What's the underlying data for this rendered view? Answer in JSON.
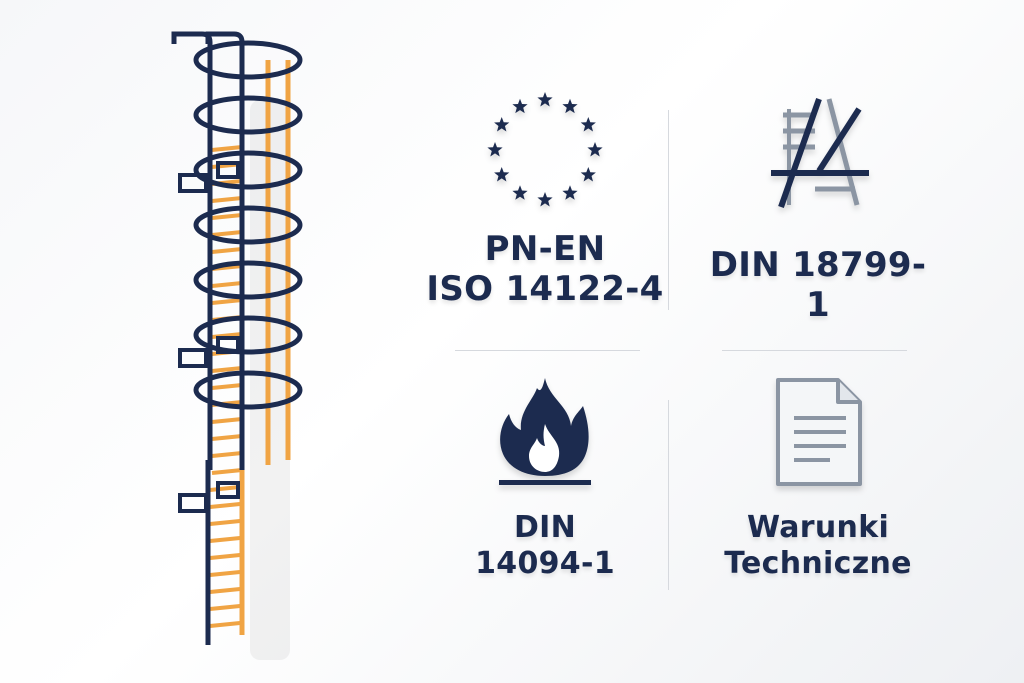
{
  "certifications": [
    {
      "icon": "eu-stars-icon",
      "line1": "PN-EN",
      "line2": "ISO 14122-4"
    },
    {
      "icon": "din-ladder-symbol-icon",
      "line1": "DIN 18799-1",
      "line2": ""
    },
    {
      "icon": "flame-icon",
      "line1": "DIN",
      "line2": "14094-1"
    },
    {
      "icon": "document-icon",
      "line1": "Warunki",
      "line2": "Techniczne"
    }
  ],
  "colors": {
    "navy": "#1c2b4f",
    "orange": "#f0a444",
    "gray_icon": "#8b95a3",
    "divider": "#d6d9de"
  }
}
